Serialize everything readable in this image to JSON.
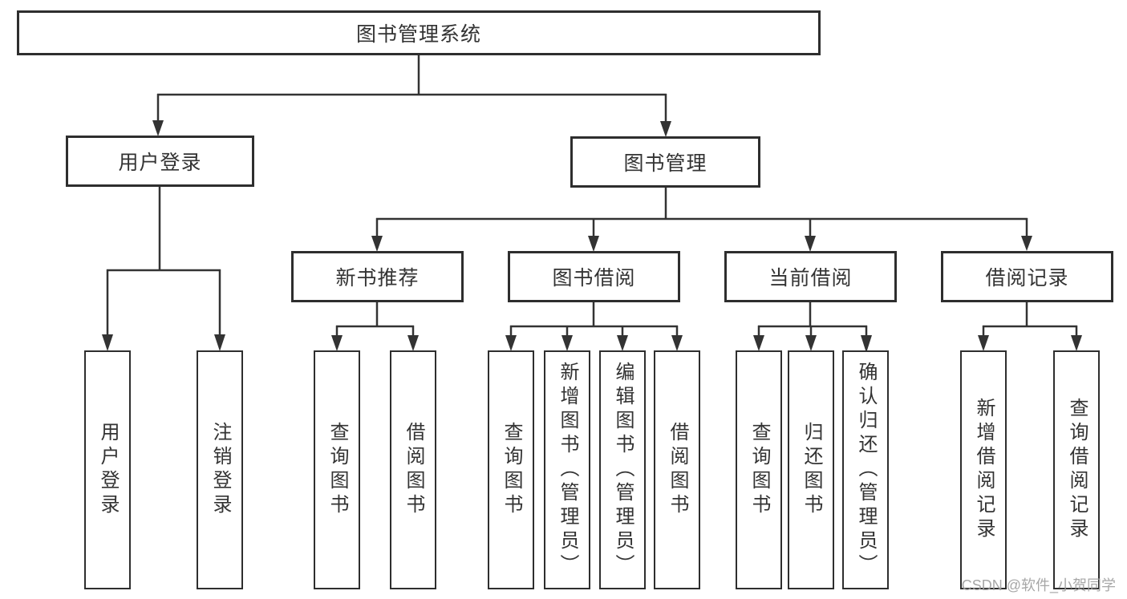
{
  "diagram": {
    "root": "图书管理系统",
    "user_login": {
      "label": "用户登录",
      "children": [
        "用户登录",
        "注销登录"
      ]
    },
    "book_mgmt": {
      "label": "图书管理",
      "sections": [
        {
          "label": "新书推荐",
          "children": [
            "查询图书",
            "借阅图书"
          ]
        },
        {
          "label": "图书借阅",
          "children": [
            "查询图书",
            "新增图书（管理员）",
            "编辑图书（管理员）",
            "借阅图书"
          ]
        },
        {
          "label": "当前借阅",
          "children": [
            "查询图书",
            "归还图书",
            "确认归还（管理员）"
          ]
        },
        {
          "label": "借阅记录",
          "children": [
            "新增借阅记录",
            "查询借阅记录"
          ]
        }
      ]
    },
    "watermark": "CSDN @软件_小贺同学",
    "colors": {
      "line": "#333333",
      "text": "#333333",
      "watermark_text": "#a0a0a0",
      "background": "#ffffff"
    }
  }
}
